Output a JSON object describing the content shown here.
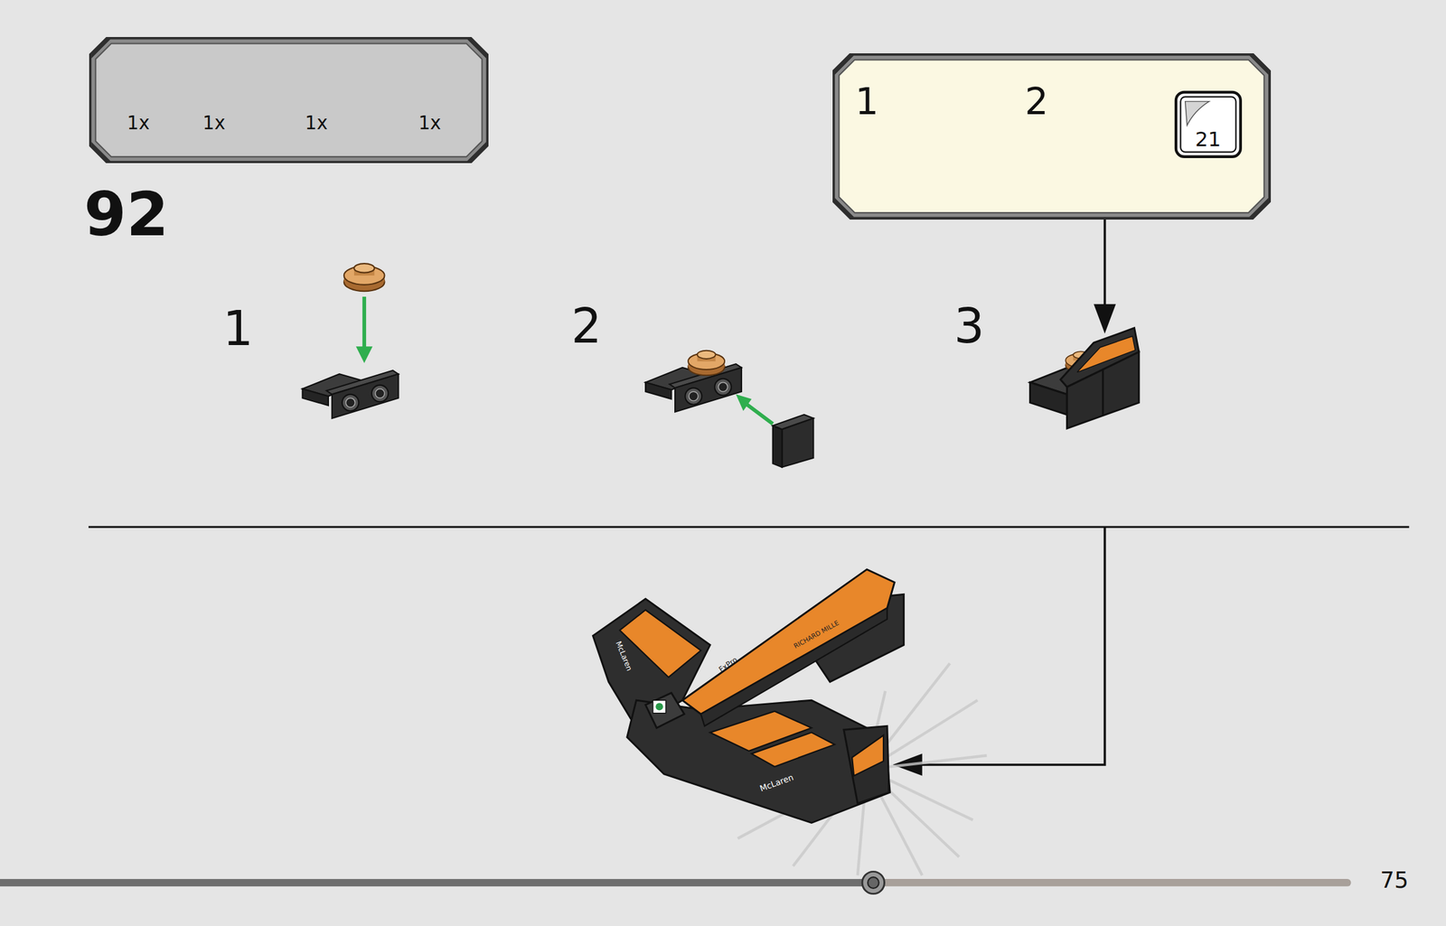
{
  "diagram": {
    "nodes": [
      {
        "text": [
          "1x",
          "1x",
          "1x",
          "1x"
        ]
      },
      {
        "text": [
          "1",
          "2"
        ]
      },
      {
        "text": [
          "21"
        ],
        "in": 1
      }
    ],
    "labels": [
      "92",
      "1",
      "2",
      "3",
      "McLaren",
      "FxPro",
      "RICHARD MILLE",
      "McLaren",
      "75"
    ]
  }
}
